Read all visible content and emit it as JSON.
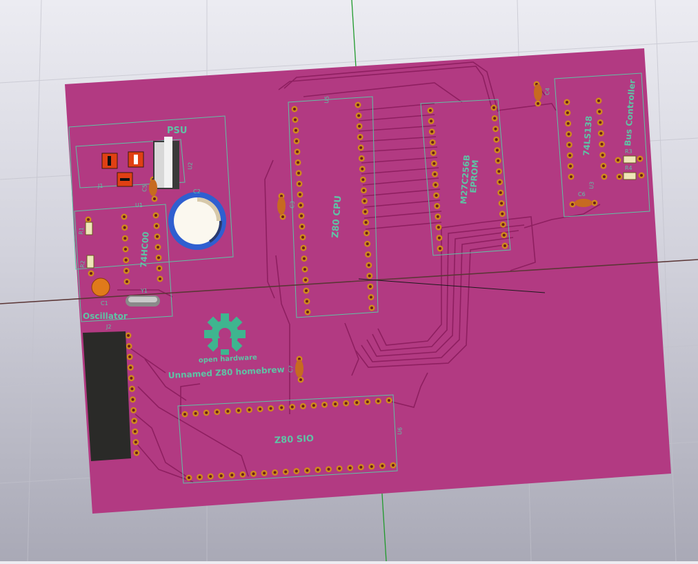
{
  "board": {
    "title": "Unnamed Z80 homebrew",
    "logo_text": "open hardware",
    "colors": {
      "board": "#b23a82",
      "trace": "#8e1f60",
      "outline": "#5fc3a5",
      "pad_ring": "#d08a1c",
      "pad_hole": "#6b1c1c",
      "connector": "#2a2a28"
    },
    "groups": {
      "psu": "PSU",
      "oscillator": "Oscillator",
      "bus_controller": "Bus Controller",
      "cpu": "Z80 CPU",
      "eprom_line1": "M27C256B",
      "eprom_line2": "EPROM",
      "sio": "Z80 SIO",
      "inverter": "74HC00",
      "decoder": "74LS138"
    },
    "refs": {
      "j1": "J1",
      "j2": "J2",
      "u1": "U1",
      "u2": "U2",
      "u3": "U3",
      "u5": "U5",
      "u6": "U6",
      "c1": "C1",
      "c2": "C2",
      "c3": "C3",
      "c4": "C4",
      "c5": "C5",
      "c6": "C6",
      "c7": "C7",
      "r1": "R1",
      "r2": "R2",
      "r3": "R3",
      "r4": "R4",
      "y1": "Y1"
    }
  }
}
